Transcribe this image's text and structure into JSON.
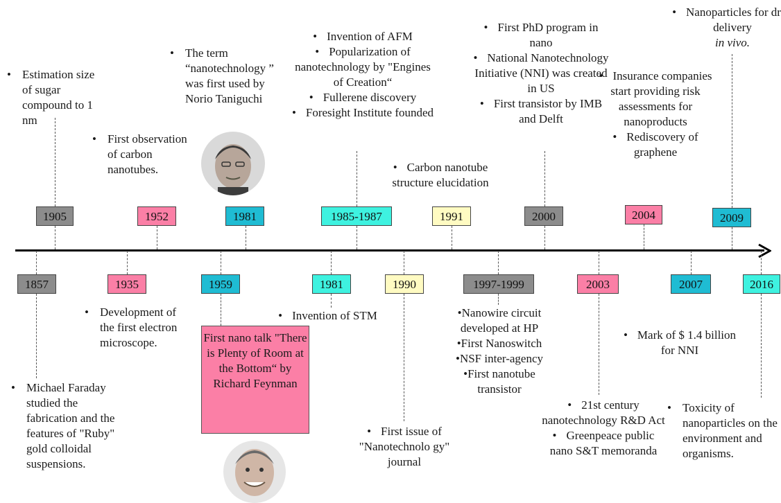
{
  "top_events": {
    "e1905": {
      "year": "1905",
      "items": [
        "Estimation size of sugar compound to 1 nm"
      ]
    },
    "e1952": {
      "year": "1952",
      "items": [
        "First observation of carbon nanotubes."
      ]
    },
    "e1981": {
      "year": "1981",
      "items": [
        "The term “nanotechnology ” was first used by Norio Taniguchi"
      ]
    },
    "e1985": {
      "year": "1985-1987",
      "items": [
        "Invention of AFM",
        "Popularization of nanotechnology by \"Engines of Creation“",
        "Fullerene discovery",
        "Foresight Institute founded"
      ]
    },
    "e1991": {
      "year": "1991",
      "items": [
        "Carbon nanotube structure elucidation"
      ]
    },
    "e2000": {
      "year": "2000",
      "items": [
        "First PhD program in nano",
        "National Nanotechnology Initiative (NNI) was created in US",
        "First transistor by IMB and Delft"
      ]
    },
    "e2004": {
      "year": "2004",
      "items": [
        "Insurance companies start providing risk assessments for nanoproducts",
        "Rediscovery of graphene"
      ]
    },
    "e2009": {
      "year": "2009",
      "items": [
        "Nanoparticles for drug delivery",
        "in vivo."
      ]
    }
  },
  "bottom_events": {
    "e1857": {
      "year": "1857",
      "items": [
        "Michael Faraday studied the fabrication and the features of \"Ruby\" gold colloidal suspensions."
      ]
    },
    "e1935": {
      "year": "1935",
      "items": [
        "Development of the first electron microscope."
      ]
    },
    "e1959": {
      "year": "1959",
      "box": "First nano talk \"There is Plenty of Room at the Bottom“ by Richard Feynman"
    },
    "e1981b": {
      "year": "1981",
      "items": [
        "Invention of STM"
      ]
    },
    "e1990": {
      "year": "1990",
      "items": [
        "First issue of \"Nanotechnolo gy\" journal"
      ]
    },
    "e1997": {
      "year": "1997-1999",
      "items": [
        "Nanowire circuit developed at HP",
        "First Nanoswitch",
        "NSF inter-agency",
        "First nanotube transistor"
      ]
    },
    "e2003": {
      "year": "2003",
      "items": [
        "21st century nanotechnology R&D Act",
        "Greenpeace public nano S&T memoranda"
      ]
    },
    "e2007": {
      "year": "2007",
      "items": [
        "Mark of $ 1.4 billion for NNI"
      ]
    },
    "e2016": {
      "year": "2016",
      "items": [
        "Toxicity of nanoparticles on the environment and organisms."
      ]
    }
  },
  "colors": {
    "gray": "#8c8c8c",
    "pink": "#fb7fa6",
    "teal": "#1fbcd3",
    "aqua": "#3ef2e0",
    "cream": "#fffbc2"
  },
  "icons": [
    "portrait-taniguchi",
    "portrait-feynman",
    "timeline-arrow"
  ]
}
